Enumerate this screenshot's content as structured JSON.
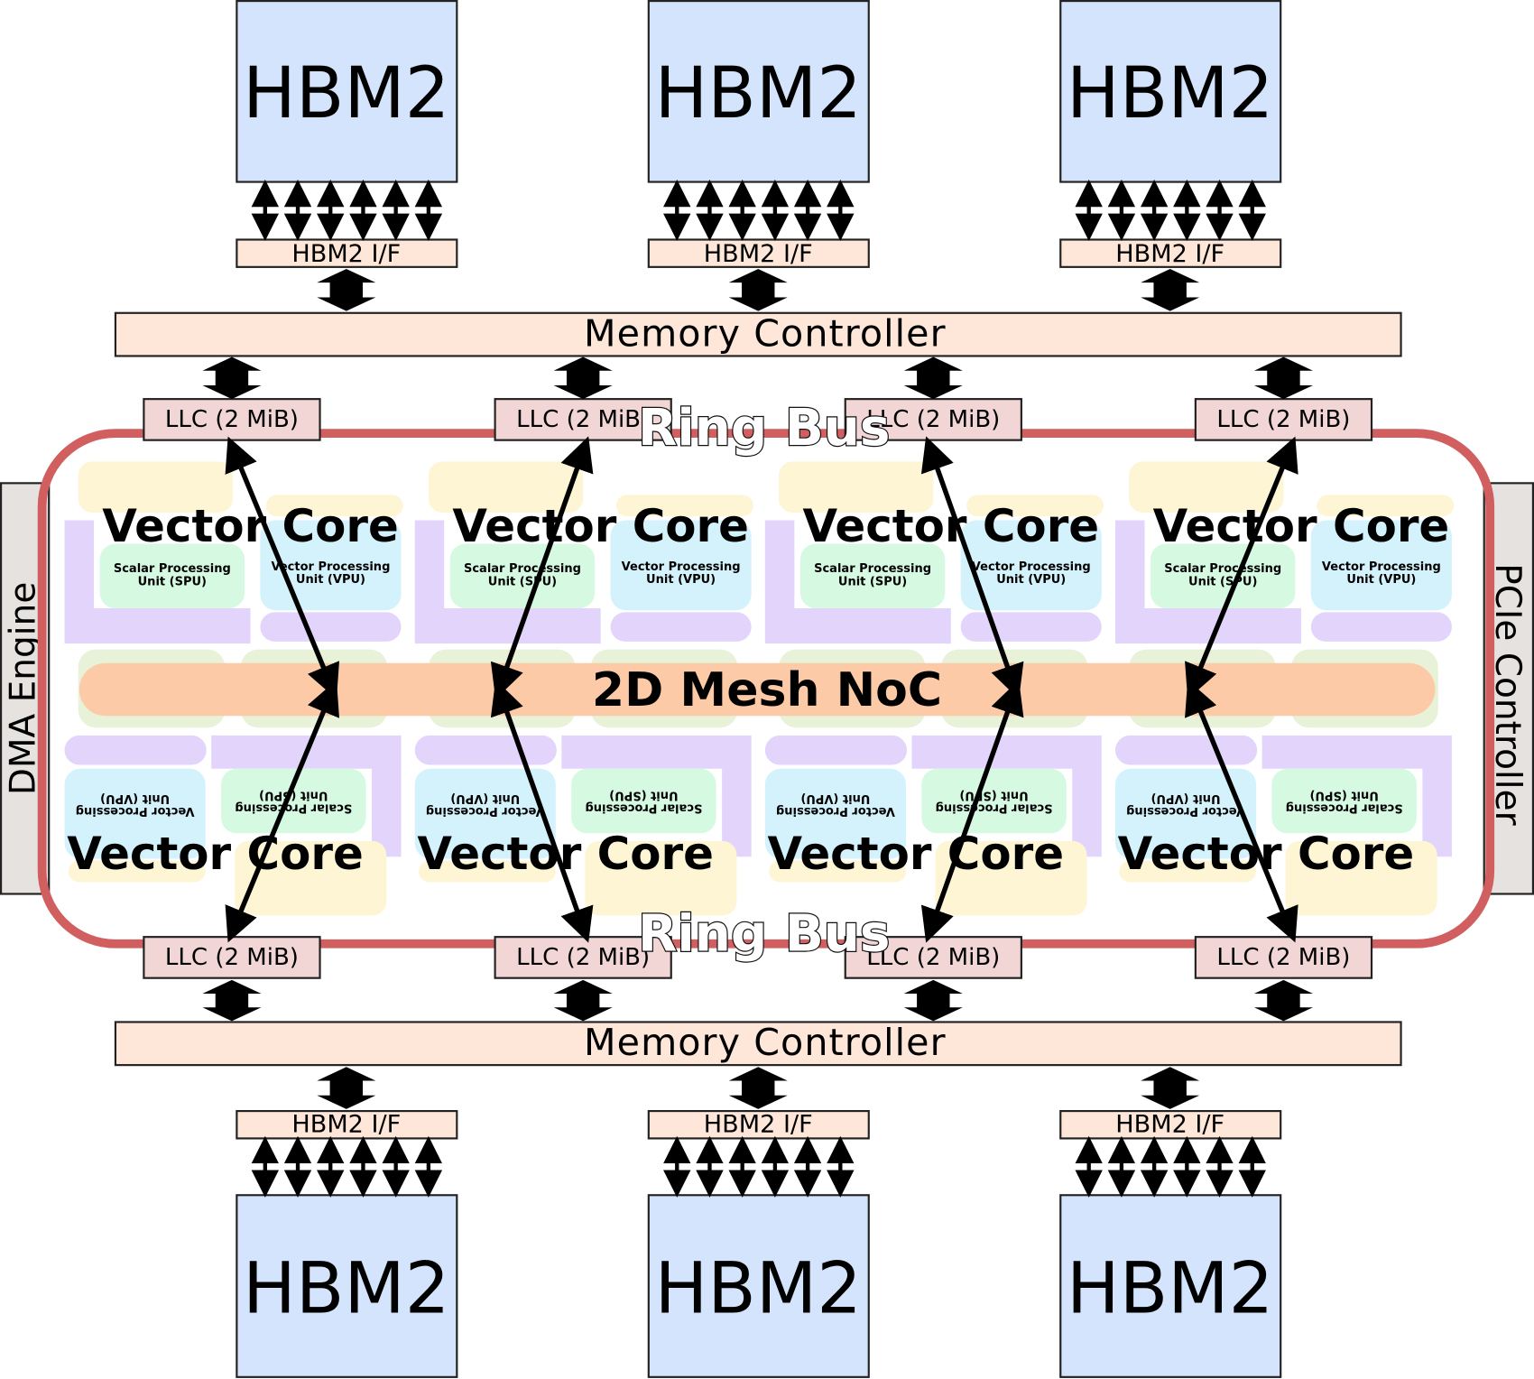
{
  "hbm": {
    "label": "HBM2"
  },
  "hbm_if": {
    "label": "HBM2 I/F"
  },
  "memory_controller": {
    "label": "Memory Controller"
  },
  "llc": {
    "label": "LLC (2 MiB)"
  },
  "ring_bus": {
    "label": "Ring Bus"
  },
  "noc": {
    "label": "2D Mesh NoC"
  },
  "core": {
    "title": "Vector Core",
    "spu_line1": "Scalar Processing",
    "spu_line2": "Unit (SPU)",
    "vpu_line1": "Vector Processing",
    "vpu_line2": "Unit (VPU)"
  },
  "dma": {
    "label": "DMA Engine"
  },
  "pcie": {
    "label": "PCIe Controller"
  },
  "colors": {
    "hbm_fill": "#d4e4fd",
    "if_fill": "#fee6d8",
    "llc_fill": "#f2d6d6",
    "ring": "#d25f5f",
    "noc": "#fccaa6",
    "spu": "#d5f9e1",
    "vpu": "#d4f2fb",
    "purple": "#e3d4fc",
    "yellow": "#fdf5d4",
    "green": "#e8f2d8",
    "side": "#e6e2e0"
  }
}
